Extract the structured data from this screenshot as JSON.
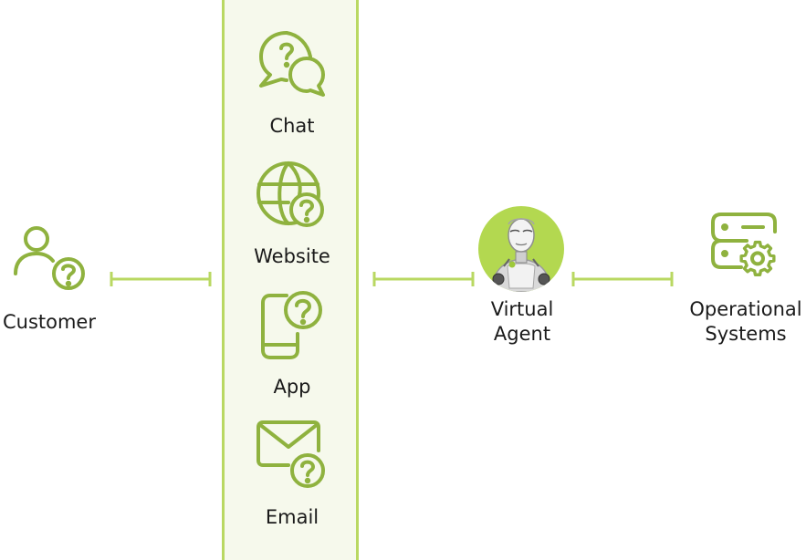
{
  "colors": {
    "icon_stroke": "#8fb23f",
    "connector": "#b9d862",
    "band_fill": "#f6f9ec",
    "band_border": "#b9d862",
    "agent_circle": "#b3d850",
    "text": "#1a1a1a"
  },
  "nodes": {
    "customer": {
      "label": "Customer",
      "icon": "user-question-icon"
    },
    "channels": [
      {
        "label": "Chat",
        "icon": "chat-bubbles-question-icon"
      },
      {
        "label": "Website",
        "icon": "globe-question-icon"
      },
      {
        "label": "App",
        "icon": "mobile-question-icon"
      },
      {
        "label": "Email",
        "icon": "envelope-question-icon"
      }
    ],
    "virtual_agent": {
      "label_line1": "Virtual",
      "label_line2": "Agent",
      "icon": "robot-avatar-icon"
    },
    "operational_systems": {
      "label_line1": "Operational",
      "label_line2": "Systems",
      "icon": "server-gear-icon"
    }
  }
}
